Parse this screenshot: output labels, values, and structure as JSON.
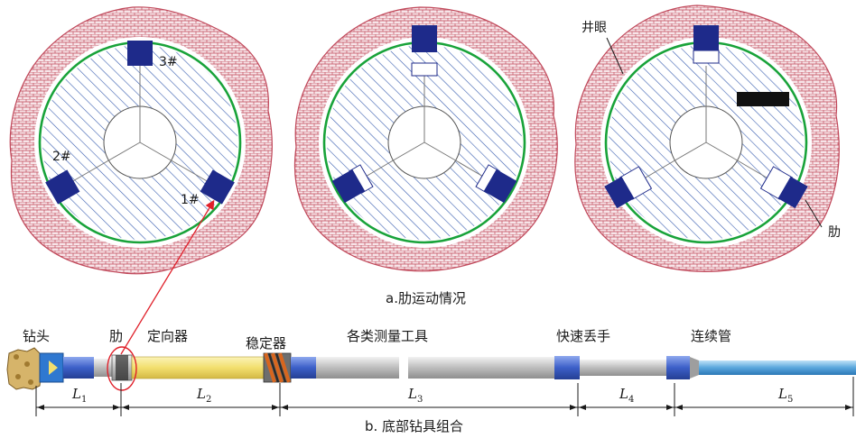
{
  "panel_a": {
    "rib_labels": [
      "3#",
      "2#",
      "1#"
    ],
    "wellbore_label": "井眼",
    "rib_label": "肋",
    "caption": "a.肋运动情况"
  },
  "panel_b": {
    "components": [
      "钻头",
      "肋",
      "定向器",
      "稳定器",
      "各类测量工具",
      "快速丢手",
      "连续管"
    ],
    "dimensions": [
      {
        "letter": "L",
        "sub": "1"
      },
      {
        "letter": "L",
        "sub": "2"
      },
      {
        "letter": "L",
        "sub": "3"
      },
      {
        "letter": "L",
        "sub": "4"
      },
      {
        "letter": "L",
        "sub": "5"
      }
    ],
    "caption": "b. 底部钻具组合"
  },
  "colors": {
    "hatch": "#3a5fb0",
    "bore_wall": "#c0485a",
    "casing_green": "#19a33a",
    "rib_pad": "#1e2a8a",
    "annotation_red": "#e0202a",
    "orienter_yellow": "#f2e07a",
    "coiled_tubing_blue": "#5aa7dd",
    "tool_grey": "#c9c9c9",
    "sub_blue": "#3c5fc8"
  }
}
